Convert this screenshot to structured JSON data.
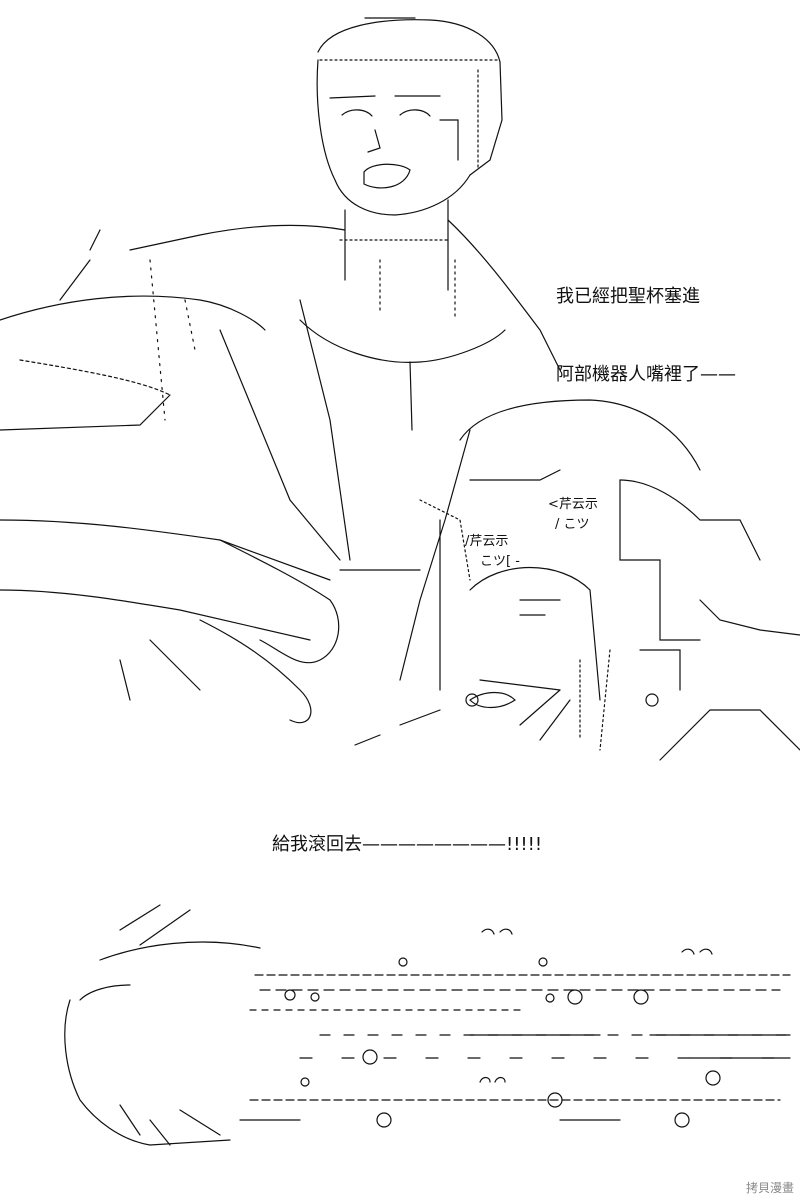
{
  "dialogue": {
    "top_line_1": "我已經把聖杯塞進",
    "top_line_2": "阿部機器人嘴裡了——",
    "bottom": "給我滾回去————————!!!!!"
  },
  "art_labels": {
    "tag_1": "<芹云示",
    "tag_2": "/ こツ",
    "tag_3": "/芹云示",
    "tag_4": "こツ[ -"
  },
  "watermark": "拷貝漫畫",
  "colors": {
    "ink": "#111111",
    "background": "#ffffff",
    "watermark": "#8a8a8a"
  }
}
